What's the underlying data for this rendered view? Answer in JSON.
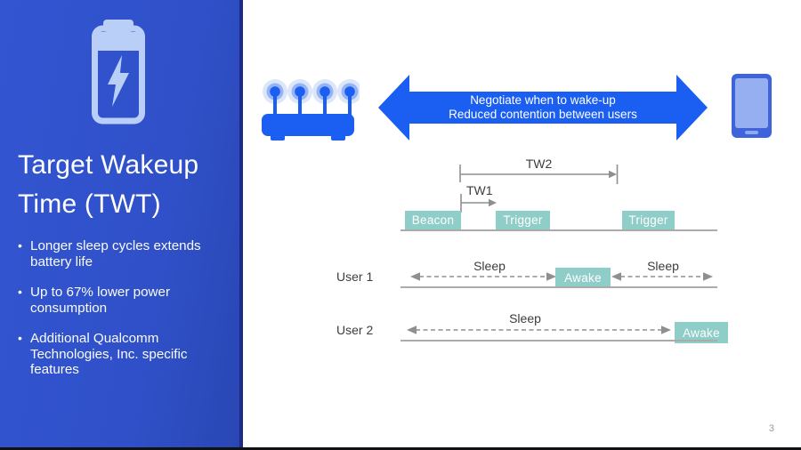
{
  "sidebar": {
    "title": "Target Wakeup Time (TWT)",
    "bullets": [
      "Longer sleep cycles extends battery life",
      "Up to 67% lower power consumption",
      "Additional Qualcomm Technologies, Inc. specific features"
    ]
  },
  "banner": {
    "line1": "Negotiate when to wake-up",
    "line2": "Reduced contention between users"
  },
  "diagram": {
    "tw1": "TW1",
    "tw2": "TW2",
    "beacon": "Beacon",
    "trigger1": "Trigger",
    "trigger2": "Trigger",
    "user1": {
      "label": "User 1",
      "sleep1": "Sleep",
      "awake": "Awake",
      "sleep2": "Sleep"
    },
    "user2": {
      "label": "User 2",
      "sleep": "Sleep",
      "awake": "Awake"
    }
  },
  "icons": {
    "battery": "battery-charging-icon",
    "router": "wifi-router-icon",
    "phone": "smartphone-icon"
  },
  "colors": {
    "sidebar_blue": "#3153cd",
    "sidebar_edge": "#1b2b87",
    "accent_blue": "#1a5ef2",
    "icon_light_blue": "#b9cff7",
    "teal": "#8fcdc9",
    "line_gray": "#8f8f8f",
    "text_dark": "#3d3d3d"
  },
  "page_number": "3"
}
